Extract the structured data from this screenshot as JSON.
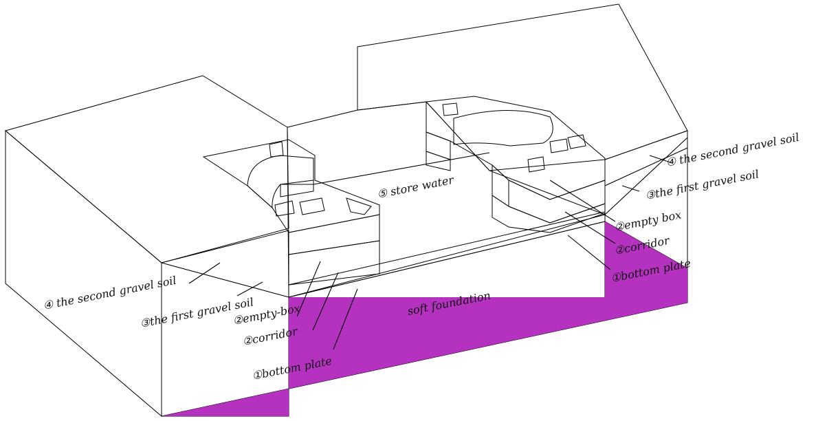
{
  "labels": {
    "left_second_gravel_soil": "④ the second gravel  soil",
    "left_first_gravel_soil": "③the first gravel soil",
    "left_empty_box": "②empty-box",
    "left_corridor": "②corridor",
    "left_bottom_plate": "①bottom plate",
    "store_water": "⑤ store water",
    "soft_foundation": "soft foundation",
    "right_second_gravel_soil": "④ the second gravel  soil",
    "right_first_gravel_soil": "③the first gravel soil",
    "right_empty_box": "②empty box",
    "right_corridor": "②corridor",
    "right_bottom_plate": "①bottom plate"
  },
  "colors": {
    "soil_top": "#F4654E",
    "left_side": "#3F6CB8",
    "front_face": "#B432BF",
    "water": "#4670B0",
    "bottom_plate": "#1B8A94",
    "box_top": "#D8B766",
    "box_face": "#A08688",
    "corridor_face": "#A9386B"
  }
}
